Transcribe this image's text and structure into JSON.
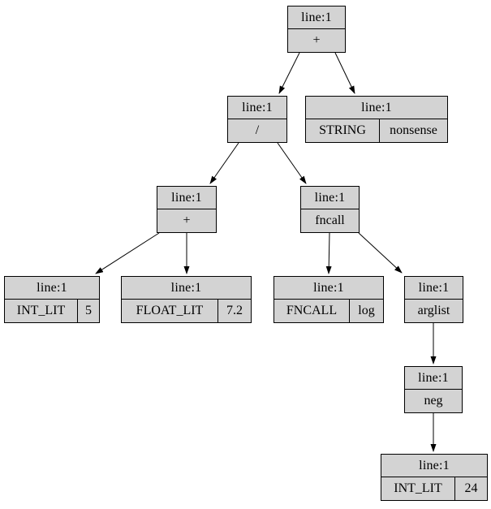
{
  "diagram": {
    "kind": "ast-tree",
    "background_color": "#ffffff",
    "node_fill_color": "#d3d3d3",
    "node_border_color": "#000000",
    "text_color": "#000000",
    "nodes": [
      {
        "id": "plus-root",
        "title": "line:1",
        "cells": [
          "+"
        ]
      },
      {
        "id": "div-op",
        "title": "line:1",
        "cells": [
          "/"
        ]
      },
      {
        "id": "string-lit",
        "title": "line:1",
        "cells": [
          "STRING",
          "nonsense"
        ]
      },
      {
        "id": "plus-inner",
        "title": "line:1",
        "cells": [
          "+"
        ]
      },
      {
        "id": "fncall",
        "title": "line:1",
        "cells": [
          "fncall"
        ]
      },
      {
        "id": "int-lit-5",
        "title": "line:1",
        "cells": [
          "INT_LIT",
          "5"
        ]
      },
      {
        "id": "float-lit",
        "title": "line:1",
        "cells": [
          "FLOAT_LIT",
          "7.2"
        ]
      },
      {
        "id": "fncall-name",
        "title": "line:1",
        "cells": [
          "FNCALL",
          "log"
        ]
      },
      {
        "id": "arglist",
        "title": "line:1",
        "cells": [
          "arglist"
        ]
      },
      {
        "id": "neg",
        "title": "line:1",
        "cells": [
          "neg"
        ]
      },
      {
        "id": "int-lit-24",
        "title": "line:1",
        "cells": [
          "INT_LIT",
          "24"
        ]
      }
    ],
    "edges": [
      {
        "from": "plus-root",
        "to": "div-op"
      },
      {
        "from": "plus-root",
        "to": "string-lit"
      },
      {
        "from": "div-op",
        "to": "plus-inner"
      },
      {
        "from": "div-op",
        "to": "fncall"
      },
      {
        "from": "plus-inner",
        "to": "int-lit-5"
      },
      {
        "from": "plus-inner",
        "to": "float-lit"
      },
      {
        "from": "fncall",
        "to": "fncall-name"
      },
      {
        "from": "fncall",
        "to": "arglist"
      },
      {
        "from": "arglist",
        "to": "neg"
      },
      {
        "from": "neg",
        "to": "int-lit-24"
      }
    ]
  }
}
